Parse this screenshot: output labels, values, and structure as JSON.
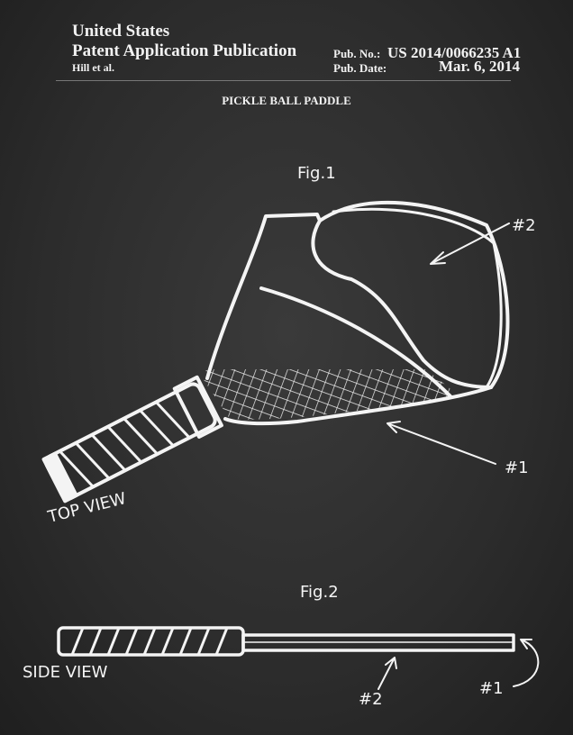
{
  "header": {
    "country": "United States",
    "publication_type": "Patent Application Publication",
    "inventors": "Hill et al.",
    "pub_no_label": "Pub. No.:",
    "pub_no": "US 2014/0066235 A1",
    "pub_date_label": "Pub. Date:",
    "pub_date": "Mar. 6, 2014"
  },
  "title": "PICKLE BALL PADDLE",
  "figures": {
    "fig1": {
      "label": "Fig.1",
      "view": "TOP VIEW",
      "ref1": "#1",
      "ref2": "#2"
    },
    "fig2": {
      "label": "Fig.2",
      "view": "SIDE VIEW",
      "ref1": "#1",
      "ref2": "#2"
    }
  },
  "colors": {
    "background": "#2e2e2e",
    "chalk": "#f4f4f4"
  }
}
